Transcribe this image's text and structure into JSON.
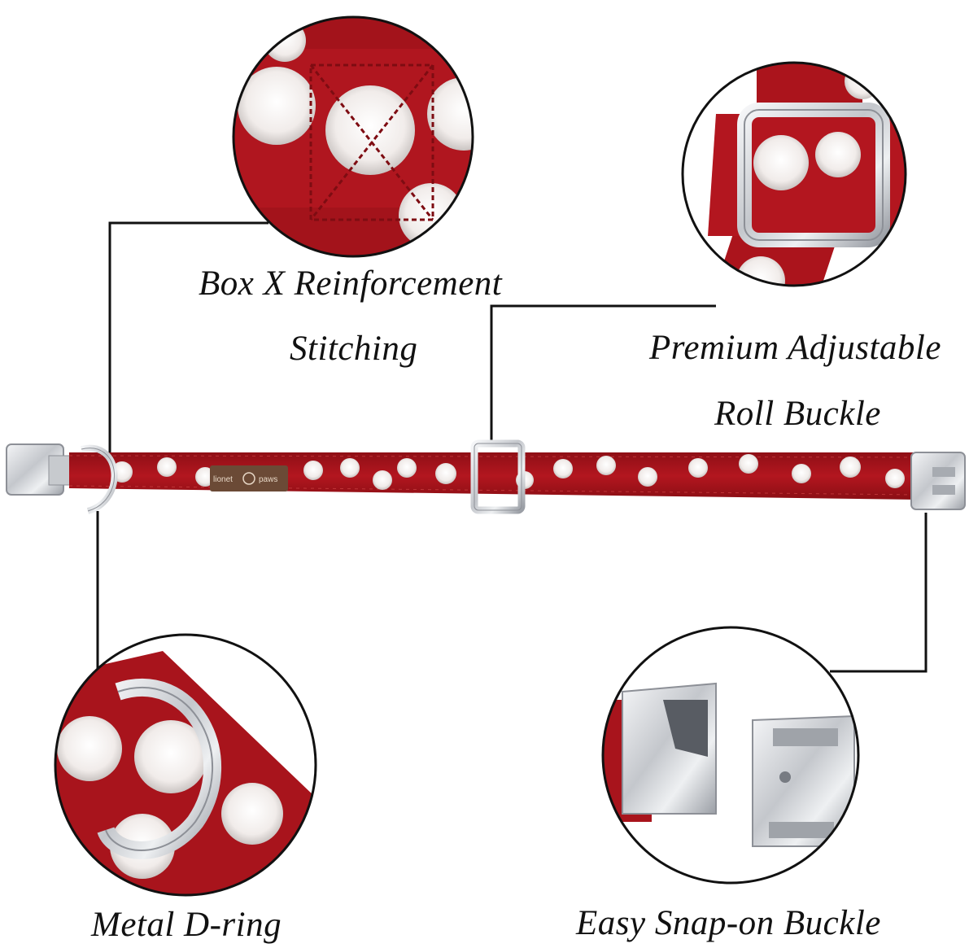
{
  "product": {
    "brand_tag_line1": "lionet",
    "brand_tag_line2": "paws"
  },
  "callouts": {
    "stitching": {
      "line1": "Box X Reinforcement",
      "line2": "Stitching"
    },
    "roll_buckle": {
      "line1": "Premium Adjustable",
      "line2": "Roll Buckle"
    },
    "d_ring": {
      "label": "Metal D-ring"
    },
    "snap_buckle": {
      "label": "Easy Snap-on Buckle"
    }
  },
  "colors": {
    "fabric_red": "#a8141c",
    "fabric_dark": "#7e0c12",
    "metal": "#d6d8dc",
    "tag_brown": "#6b4a36",
    "leader_line": "#111111"
  }
}
